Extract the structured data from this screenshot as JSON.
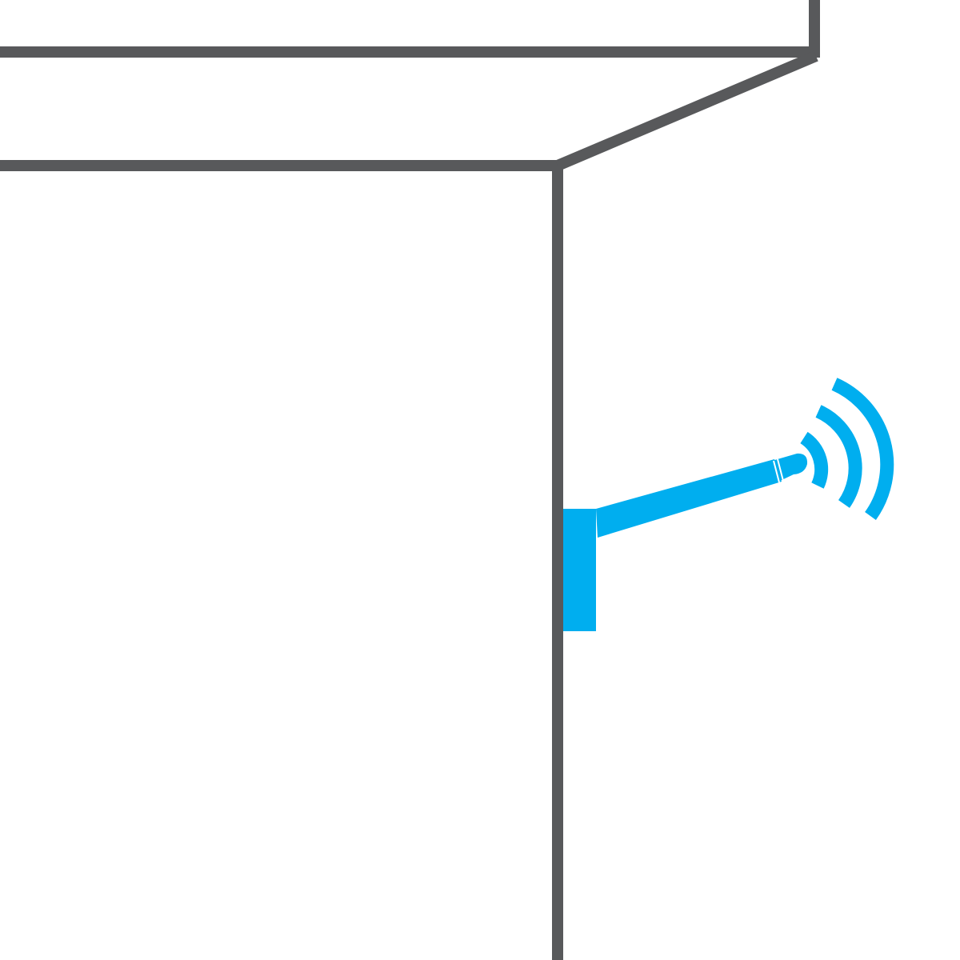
{
  "illustration": {
    "subject": "cabinet-with-wireless-antenna",
    "colors": {
      "background": "#ffffff",
      "outline": "#58595b",
      "accent": "#00aeef"
    },
    "icons": [
      "cabinet-outline",
      "antenna-bracket-icon",
      "antenna-rod-icon",
      "wifi-signal-icon"
    ],
    "signal_arcs": 3
  }
}
